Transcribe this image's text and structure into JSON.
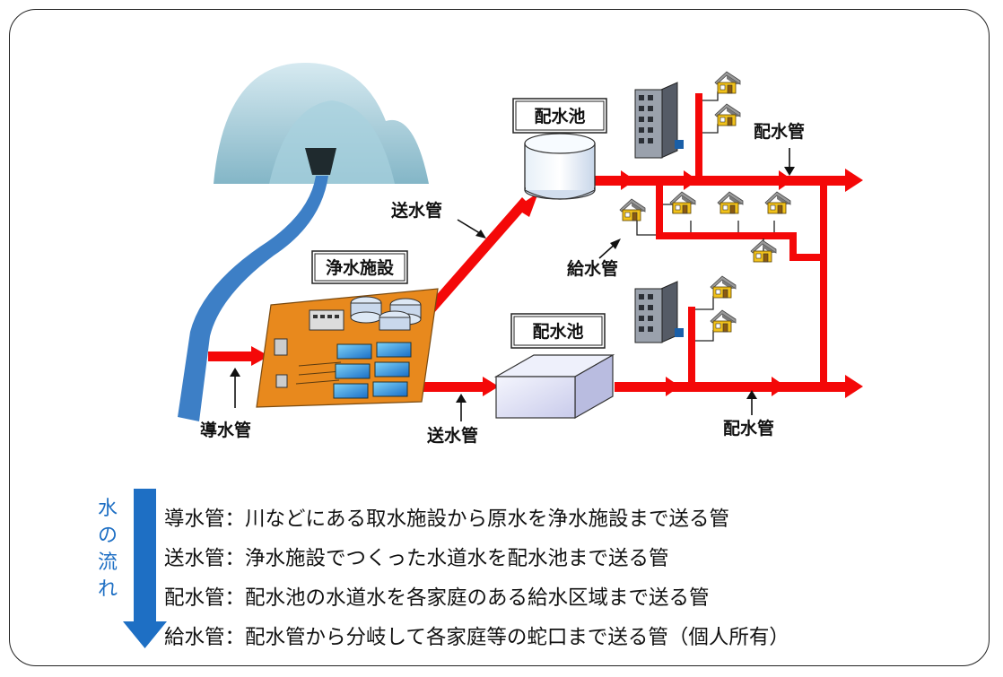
{
  "diagram": {
    "labels": {
      "reservoir_top": "配水池",
      "reservoir_bottom": "配水池",
      "treatment_plant": "浄水施設",
      "conveyance_top": "送水管",
      "conveyance_bottom": "送水管",
      "intake_pipe": "導水管",
      "distribution_top": "配水管",
      "distribution_bottom": "配水管",
      "service_pipe": "給水管"
    }
  },
  "legend": {
    "flow_label": [
      "水",
      "の",
      "流",
      "れ"
    ],
    "items": [
      "導水管：川などにある取水施設から原水を浄水施設まで送る管",
      "送水管：浄水施設でつくった水道水を配水池まで送る管",
      "配水管：配水池の水道水を各家庭のある給水区域まで送る管",
      "給水管：配水管から分岐して各家庭等の蛇口まで送る管（個人所有）"
    ]
  },
  "colors": {
    "pipe": "#f40808",
    "river": "#3d7fc6",
    "flow_arrow": "#1e6fc4",
    "plant_base": "#e8891d",
    "house_roof": "#9a9a9a",
    "house_body": "#f2c21a"
  }
}
